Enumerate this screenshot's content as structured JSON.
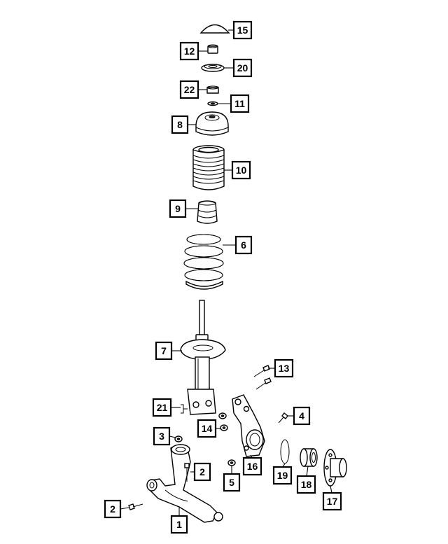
{
  "callouts": {
    "c1": "1",
    "c2a": "2",
    "c2b": "2",
    "c3": "3",
    "c4": "4",
    "c5": "5",
    "c6": "6",
    "c7": "7",
    "c8": "8",
    "c9": "9",
    "c10": "10",
    "c11": "11",
    "c12": "12",
    "c13": "13",
    "c14": "14",
    "c15": "15",
    "c16": "16",
    "c17": "17",
    "c18": "18",
    "c19": "19",
    "c20": "20",
    "c21": "21",
    "c22": "22"
  }
}
